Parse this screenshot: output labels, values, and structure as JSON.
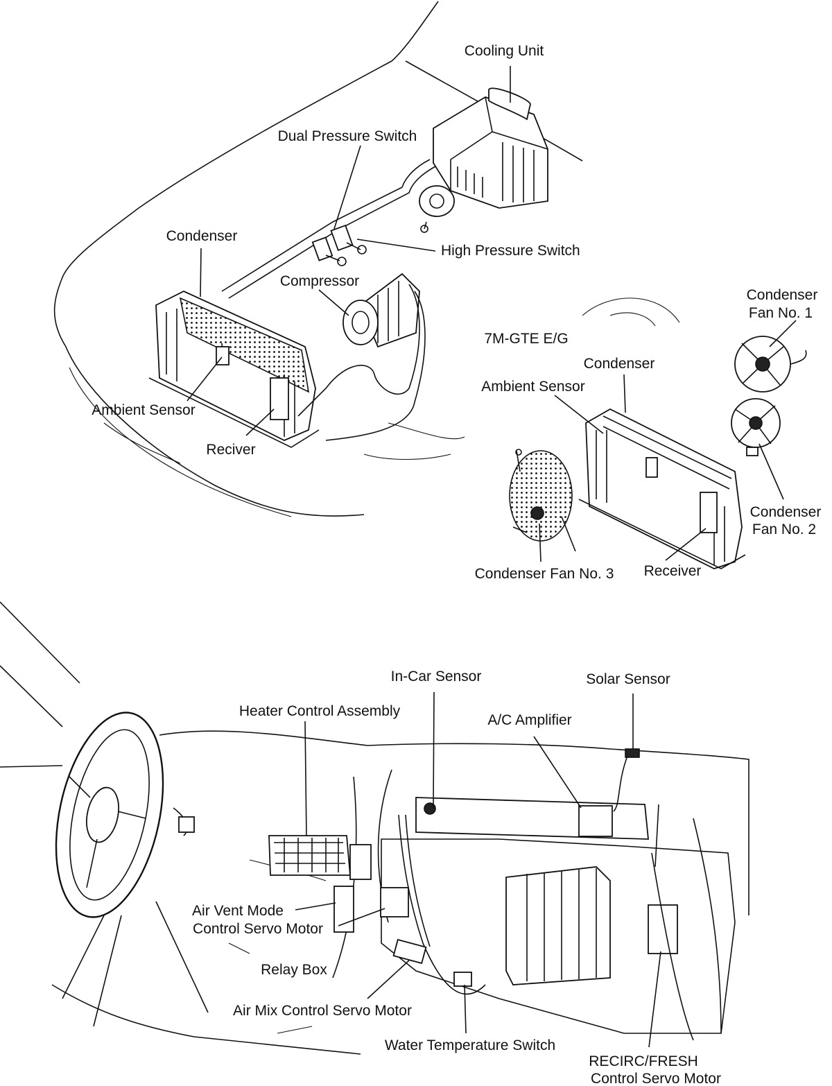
{
  "labels": {
    "cooling_unit": "Cooling Unit",
    "dual_pressure_switch": "Dual Pressure Switch",
    "condenser_top": "Condenser",
    "high_pressure_switch": "High Pressure Switch",
    "compressor": "Compressor",
    "ambient_sensor_left": "Ambient Sensor",
    "reciver": "Reciver",
    "engine_variant": "7M-GTE E/G",
    "condenser_fan_1_line1": "Condenser",
    "condenser_fan_1_line2": "Fan No. 1",
    "condenser_right": "Condenser",
    "ambient_sensor_right": "Ambient Sensor",
    "condenser_fan_2_line1": "Condenser",
    "condenser_fan_2_line2": "Fan No. 2",
    "condenser_fan_3": "Condenser Fan No. 3",
    "receiver": "Receiver",
    "in_car_sensor": "In-Car Sensor",
    "solar_sensor": "Solar Sensor",
    "heater_control_assembly": "Heater Control Assembly",
    "ac_amplifier": "A/C Amplifier",
    "air_vent_line1": "Air Vent Mode",
    "air_vent_line2": "Control Servo Motor",
    "relay_box": "Relay Box",
    "air_mix_servo": "Air Mix Control Servo Motor",
    "water_temp_switch": "Water Temperature Switch",
    "recirc_line1": "RECIRC/FRESH",
    "recirc_line2": "Control Servo Motor"
  }
}
